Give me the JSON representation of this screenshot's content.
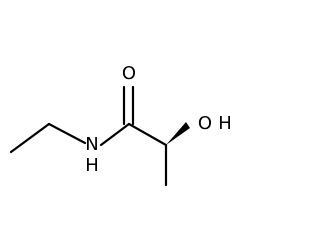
{
  "atoms": {
    "amide_nitrogen": "N",
    "amide_h": "H",
    "carbonyl_oxygen": "O",
    "hydroxyl_oxygen": "O",
    "hydroxyl_h": "H"
  },
  "colors": {
    "bond": "#000000",
    "background": "#ffffff"
  }
}
